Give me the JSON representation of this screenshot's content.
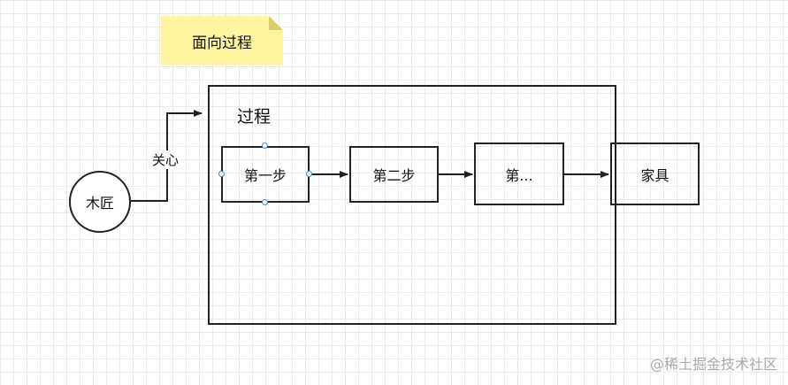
{
  "note": {
    "text": "面向过程"
  },
  "frame": {
    "title": "过程"
  },
  "actor": {
    "label": "木匠"
  },
  "edge_label": "关心",
  "steps": [
    "第一步",
    "第二步",
    "第..."
  ],
  "result": "家具",
  "watermark": "@稀土掘金技术社区"
}
